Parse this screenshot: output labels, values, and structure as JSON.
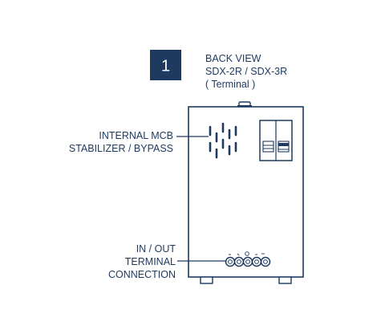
{
  "badge": {
    "number": "1"
  },
  "title": {
    "line1": "BACK VIEW",
    "line2": "SDX-2R / SDX-3R",
    "line3": "( Terminal )"
  },
  "labels": {
    "mcb_line1": "INTERNAL MCB",
    "mcb_line2": "STABILIZER / BYPASS",
    "terminal_line1": "IN / OUT",
    "terminal_line2": "TERMINAL",
    "terminal_line3": "CONNECTION"
  },
  "colors": {
    "ink": "#1e3a5f",
    "badge": "#1e3a5f",
    "background": "#ffffff"
  }
}
